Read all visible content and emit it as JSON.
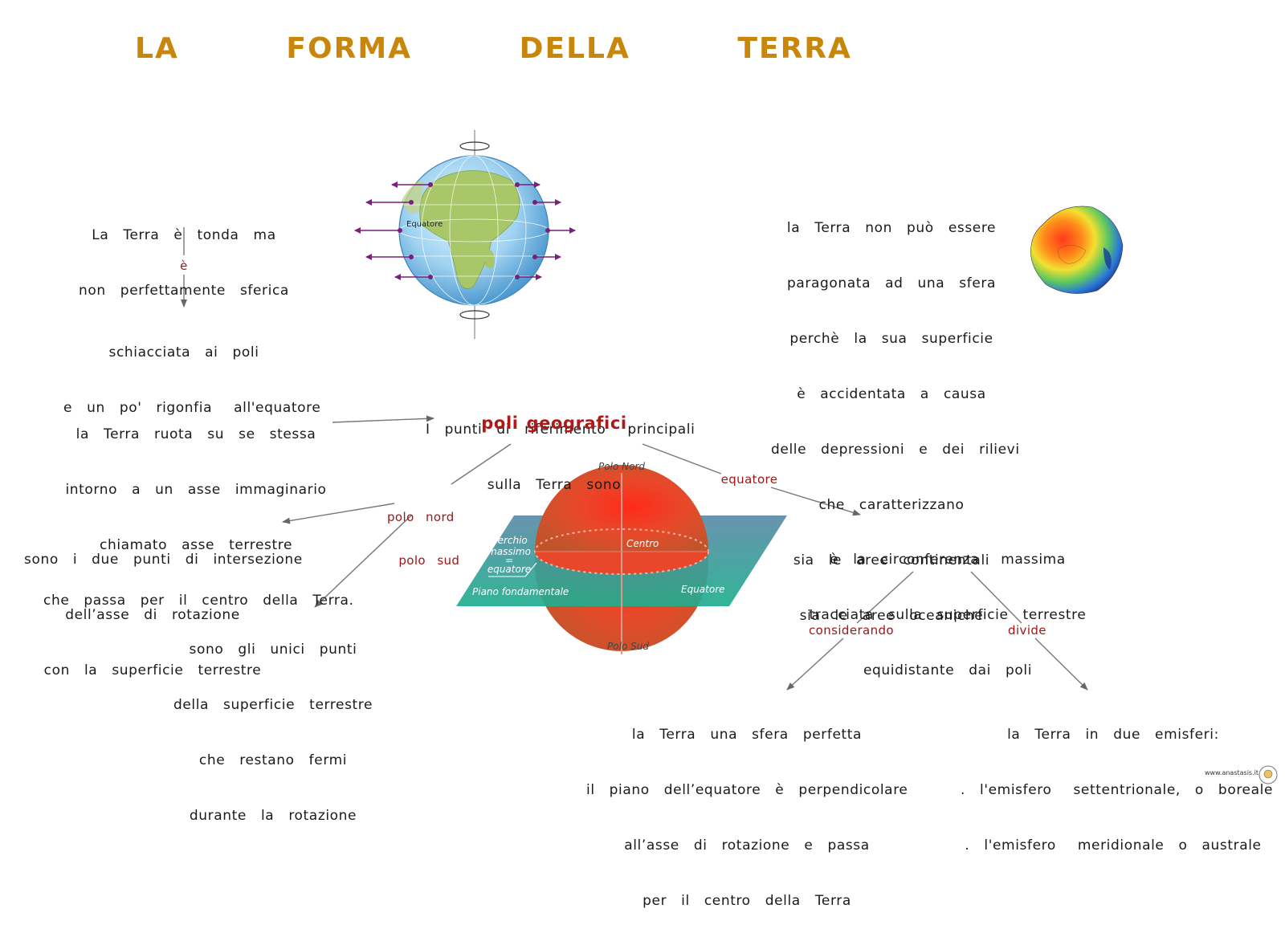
{
  "title": "LA   FORMA   DELLA   TERRA",
  "blocks": {
    "intro": [
      "La  Terra  è  tonda  ma",
      "non  perfettamente  sferica"
    ],
    "intro_link": "è",
    "flattened": [
      "schiacciata  ai  poli",
      "e  un  po'  rigonfia   all'equatore"
    ],
    "irregular": [
      "la  Terra  non  può  essere",
      "paragonata  ad  una  sfera",
      "perchè  la  sua  superficie",
      "è  accidentata  a  causa",
      "delle  depressioni  e  dei  rilievi",
      "che  caratterizzano",
      "sia  le  aree  continentali",
      "sia  le  aree  oceaniche"
    ],
    "rotation": [
      "la  Terra  ruota  su  se  stessa",
      "intorno  a  un  asse  immaginario",
      "chiamato  asse  terrestre",
      "che  passa  per  il  centro  della  Terra."
    ],
    "reference": [
      "I  punti  di  riferimento   principali",
      "sulla  Terra  sono"
    ],
    "reference_highlight": "poli  geografici",
    "poles_label": [
      "polo  nord",
      "  polo  sud"
    ],
    "equator_label": "equatore",
    "intersection": [
      "sono  i  due  punti  di  intersezione",
      "dell’asse  di  rotazione",
      "con  la  superficie  terrestre"
    ],
    "fixed_points": [
      "sono  gli  unici  punti",
      "della  superficie  terrestre",
      "che  restano  fermi",
      "durante  la  rotazione"
    ],
    "circumference": [
      "è  la  circonferenza   massima",
      "tracciata  sulla  superficie  terrestre",
      "equidistante  dai  poli"
    ],
    "considering_label": "considerando",
    "divides_label": "divide",
    "perfect_sphere": [
      "la  Terra  una  sfera  perfetta",
      "il  piano  dell’equatore  è  perpendicolare",
      "all’asse  di  rotazione  e  passa",
      "per  il  centro  della  Terra"
    ],
    "hemispheres": [
      "la  Terra  in  due  emisferi:",
      ".  l'emisfero   settentrionale,  o  boreale",
      ".  l'emisfero   meridionale  o  australe"
    ]
  },
  "globe_image": {
    "equator_label": "Equatore"
  },
  "plane_image": {
    "north_pole": "Polo Nord",
    "south_pole": "Polo Sud",
    "center": "Centro",
    "great_circle": [
      "Cerchio",
      "massimo",
      "=",
      "equatore"
    ],
    "equator": "Equatore",
    "plane": "Piano fondamentale"
  },
  "footer": "www.anastasis.it",
  "colors": {
    "title": "#c8860b",
    "link_label": "#a31515",
    "arrow": "#666666"
  }
}
